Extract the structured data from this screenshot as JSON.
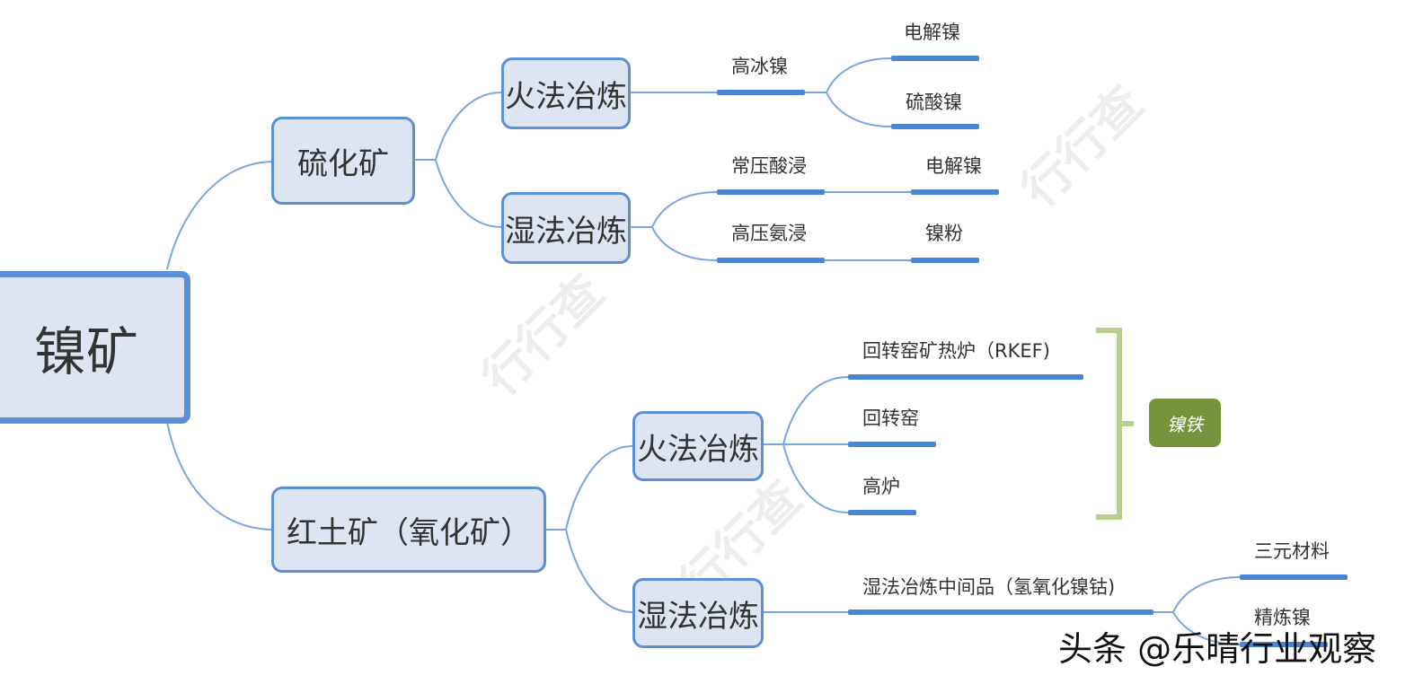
{
  "root": {
    "label": "镍矿"
  },
  "branches": {
    "sulfide": {
      "label": "硫化矿",
      "pyro": {
        "label": "火法冶炼",
        "mid": "高冰镍",
        "products": [
          "电解镍",
          "硫酸镍"
        ]
      },
      "hydro": {
        "label": "湿法冶炼",
        "routes": [
          {
            "process": "常压酸浸",
            "product": "电解镍"
          },
          {
            "process": "高压氨浸",
            "product": "镍粉"
          }
        ]
      }
    },
    "laterite": {
      "label": "红土矿（氧化矿）",
      "pyro": {
        "label": "火法冶炼",
        "routes": [
          "回转窑矿热炉（RKEF)",
          "回转窑",
          "高炉"
        ],
        "output": "镍铁"
      },
      "hydro": {
        "label": "湿法冶炼",
        "intermediate": "湿法冶炼中间品（氢氧化镍钴)",
        "products": [
          "三元材料",
          "精炼镍"
        ]
      }
    }
  },
  "footer": "头条 @乐晴行业观察",
  "colors": {
    "line": "#4a86d8",
    "node_fill": "#dde5f2",
    "node_border": "#5b8fd6",
    "bracket": "#b6cf8a",
    "badge": "#77933c"
  }
}
